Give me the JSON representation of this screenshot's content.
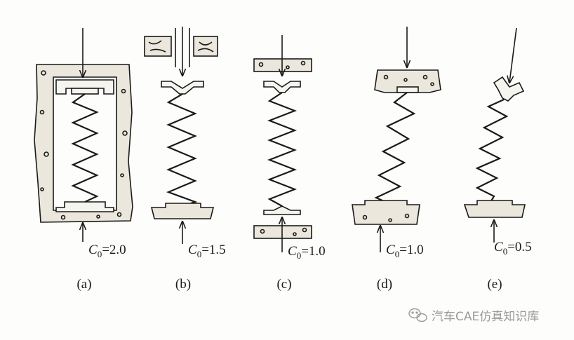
{
  "panels": [
    {
      "id": "a",
      "label": "(a)",
      "coefficient_symbol": "C",
      "coefficient_sub": "0",
      "coefficient_value": "=2.0"
    },
    {
      "id": "b",
      "label": "(b)",
      "coefficient_symbol": "C",
      "coefficient_sub": "0",
      "coefficient_value": "=1.5"
    },
    {
      "id": "c",
      "label": "(c)",
      "coefficient_symbol": "C",
      "coefficient_sub": "0",
      "coefficient_value": "=1.0"
    },
    {
      "id": "d",
      "label": "(d)",
      "coefficient_symbol": "C",
      "coefficient_sub": "0",
      "coefficient_value": "=1.0"
    },
    {
      "id": "e",
      "label": "(e)",
      "coefficient_symbol": "C",
      "coefficient_sub": "0",
      "coefficient_value": "=0.5"
    }
  ],
  "watermark": {
    "text": "汽车CAE仿真知识库",
    "icon": "wechat-icon"
  },
  "colors": {
    "ink": "#1a1a1a",
    "wall": "#ebe7dd",
    "watermark": "#9a9a9a"
  }
}
